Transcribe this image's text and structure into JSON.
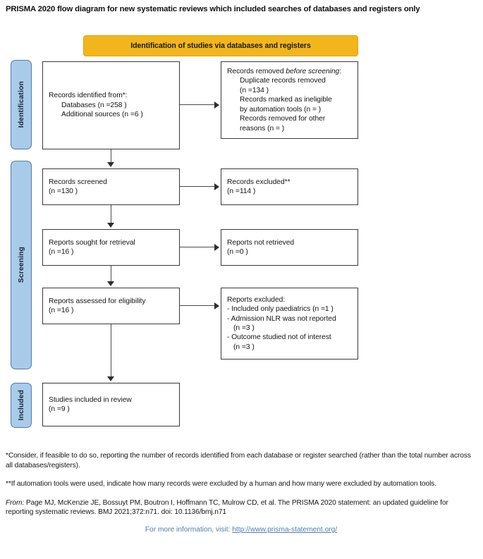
{
  "page_title": "PRISMA 2020 flow diagram for new systematic reviews which included searches of databases and registers only",
  "colors": {
    "band": "#F2B61C",
    "stage_tab": "#A9CBEA",
    "stage_tab_border": "#4F7CA8",
    "box_border": "#3a3a3a",
    "link": "#4F7EA8"
  },
  "band": {
    "label": "Identification of studies via databases and registers"
  },
  "stages": [
    {
      "key": "identification",
      "label": "Identification"
    },
    {
      "key": "screening",
      "label": "Screening"
    },
    {
      "key": "included",
      "label": "Included"
    }
  ],
  "boxes": {
    "identified": {
      "title": "Records identified from*:",
      "line1": "Databases (n =258 )",
      "line2": "Additional sources (n =6 )"
    },
    "removed": {
      "title_a": "Records removed ",
      "title_b": "before screening",
      "title_c": ":",
      "line1": "Duplicate records removed",
      "line2": "(n =134 )",
      "line3": "Records marked as ineligible",
      "line4": "by automation tools (n = )",
      "line5": "Records removed for other",
      "line6": "reasons (n = )"
    },
    "screened": {
      "title": "Records screened",
      "count": "(n =130 )"
    },
    "records_excluded": {
      "title": "Records excluded**",
      "count": "(n =114 )"
    },
    "sought": {
      "title": "Reports sought for retrieval",
      "count": "(n =16 )"
    },
    "not_retrieved": {
      "title": "Reports not retrieved",
      "count": "(n =0 )"
    },
    "assessed": {
      "title": "Reports assessed for eligibility",
      "count": "(n =16 )"
    },
    "reports_excluded": {
      "title": "Reports excluded:",
      "line1": "- Included only paediatrics (n =1 )",
      "line2": "- Admission NLR was not reported",
      "line3": "(n =3 )",
      "line4": "- Outcome studied not of interest",
      "line5": "(n =3 )"
    },
    "included": {
      "title": "Studies included in review",
      "count": "(n =9 )"
    }
  },
  "notes": {
    "note1": "*Consider, if feasible to do so, reporting the number of records identified from each database or register searched (rather than the total number across all databases/registers).",
    "note2": "**If automation tools were used, indicate how many records were excluded by a human and how many were excluded by automation tools.",
    "from_label": "From:",
    "from_text": "  Page MJ, McKenzie JE, Bossuyt PM, Boutron I, Hoffmann TC, Mulrow CD, et al. The PRISMA 2020 statement: an updated guideline for reporting systematic reviews. BMJ 2021;372:n71. doi: 10.1136/bmj.n71",
    "link_prefix": "For more information, visit: ",
    "link_url": "http://www.prisma-statement.org/"
  }
}
